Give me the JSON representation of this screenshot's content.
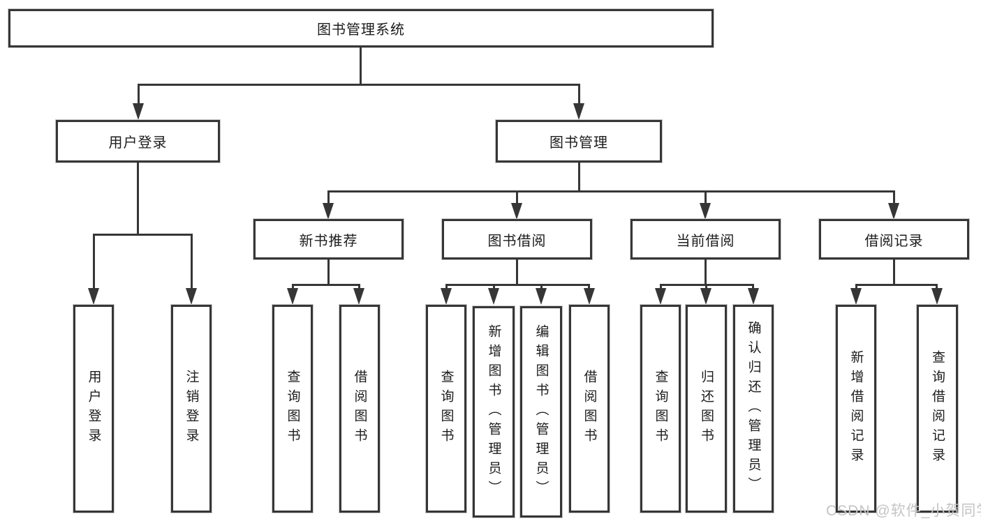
{
  "diagram": {
    "root": {
      "label": "图书管理系统"
    },
    "level2": [
      {
        "label": "用户登录"
      },
      {
        "label": "图书管理"
      }
    ],
    "level3": [
      {
        "label": "新书推荐"
      },
      {
        "label": "图书借阅"
      },
      {
        "label": "当前借阅"
      },
      {
        "label": "借阅记录"
      }
    ],
    "leaves": {
      "user_login": [
        {
          "label": "用户登录"
        },
        {
          "label": "注销登录"
        }
      ],
      "new_book": [
        {
          "label": "查询图书"
        },
        {
          "label": "借阅图书"
        }
      ],
      "book_borrow": [
        {
          "label": "查询图书"
        },
        {
          "label": "新增图书（管理员）"
        },
        {
          "label": "编辑图书（管理员）"
        },
        {
          "label": "借阅图书"
        }
      ],
      "current_borrow": [
        {
          "label": "查询图书"
        },
        {
          "label": "归还图书"
        },
        {
          "label": "确认归还（管理员）"
        }
      ],
      "borrow_records": [
        {
          "label": "新增借阅记录"
        },
        {
          "label": "查询借阅记录"
        }
      ]
    },
    "watermark": "CSDN @软件_小贺同学",
    "colors": {
      "line": "#363636",
      "text": "#1c1c1c",
      "watermark": "#c4c4c4",
      "background": "#ffffff"
    }
  }
}
